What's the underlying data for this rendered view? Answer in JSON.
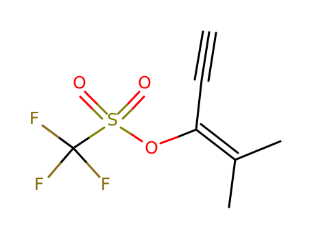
{
  "molecule": {
    "atoms": {
      "F1": {
        "symbol": "F",
        "color": "#8a6a12"
      },
      "F2": {
        "symbol": "F",
        "color": "#8a6a12"
      },
      "F3": {
        "symbol": "F",
        "color": "#8a6a12"
      },
      "S": {
        "symbol": "S",
        "color": "#808000"
      },
      "O1": {
        "symbol": "O",
        "color": "#ff0000"
      },
      "O2": {
        "symbol": "O",
        "color": "#ff0000"
      },
      "O3": {
        "symbol": "O",
        "color": "#ff0000"
      }
    },
    "bond_color": "#000000"
  }
}
